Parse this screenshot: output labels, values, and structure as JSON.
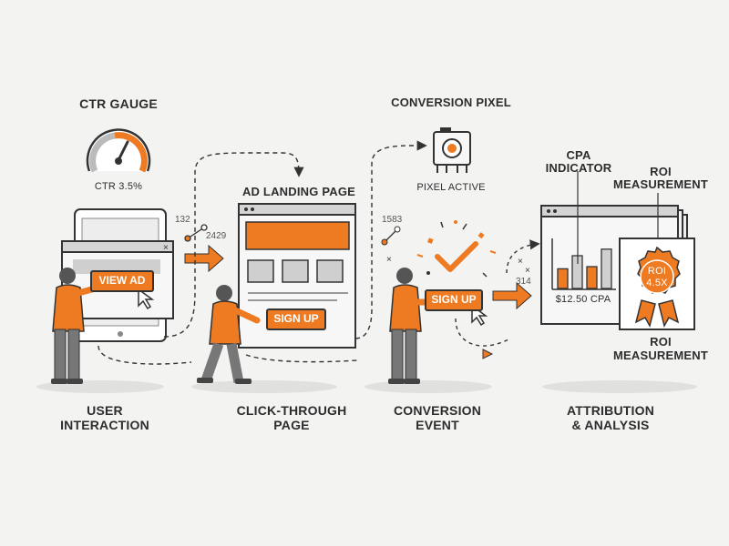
{
  "gauge": {
    "title": "CTR GAUGE",
    "value_text": "CTR 3.5%"
  },
  "pixel": {
    "title": "CONVERSION PIXEL",
    "status": "PIXEL ACTIVE"
  },
  "landing": {
    "title": "AD LANDING PAGE",
    "button": "SIGN UP"
  },
  "ad": {
    "button": "VIEW AD"
  },
  "conversion": {
    "button": "SIGN UP"
  },
  "numbers": {
    "n1": "132",
    "n2": "2429",
    "n3": "1583",
    "n4": "314"
  },
  "cpa": {
    "title_line1": "CPA",
    "title_line2": "INDICATOR",
    "value": "$12.50 CPA",
    "bars": [
      0.45,
      0.75,
      0.5,
      0.9
    ]
  },
  "roi": {
    "title_line1": "ROI",
    "title_line2": "MEASUREMENT",
    "badge_line1": "ROI",
    "badge_line2": "4.5x",
    "bottom_line1": "ROI",
    "bottom_line2": "MEASUREMENT"
  },
  "stages": [
    {
      "line1": "USER",
      "line2": "INTERACTION"
    },
    {
      "line1": "CLICK-THROUGH",
      "line2": "PAGE"
    },
    {
      "line1": "CONVERSION",
      "line2": "EVENT"
    },
    {
      "line1": "ATTRIBUTION",
      "line2": "& ANALYSIS"
    }
  ],
  "colors": {
    "accent": "#ee7a22",
    "ink": "#333333",
    "panel": "#f7f7f7",
    "grey": "#cfcfcf"
  }
}
